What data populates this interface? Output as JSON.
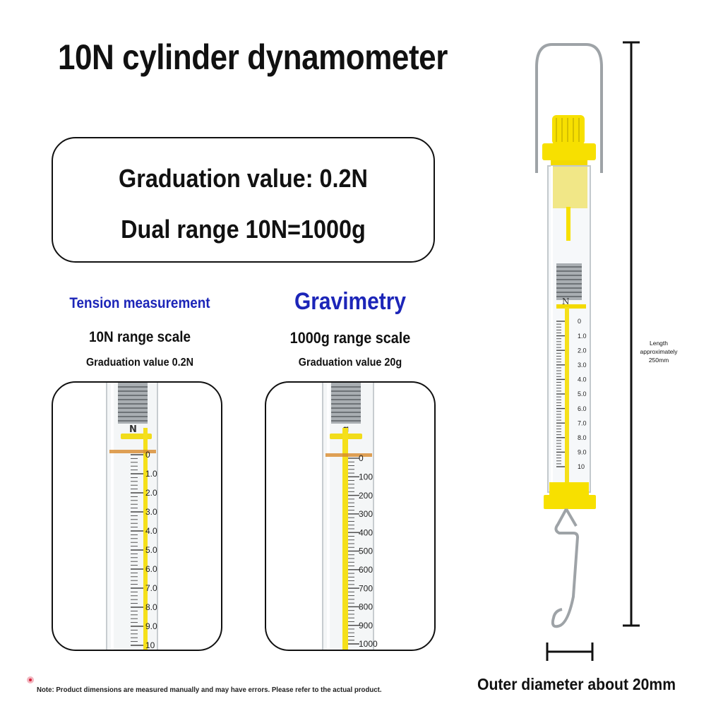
{
  "title": "10N cylinder dynamometer",
  "spec": {
    "graduation": "Graduation value: 0.2N",
    "dual_range": "Dual range 10N=1000g"
  },
  "tension": {
    "heading": "Tension measurement",
    "range": "10N range scale",
    "graduation": "Graduation value 0.2N",
    "unit_mark": "N",
    "scale": [
      "0",
      "1.0",
      "2.0",
      "3.0",
      "4.0",
      "5.0",
      "6.0",
      "7.0",
      "8.0",
      "9.0",
      "10"
    ]
  },
  "gravimetry": {
    "heading": "Gravimetry",
    "range": "1000g range scale",
    "graduation": "Graduation value 20g",
    "unit_mark": "g",
    "scale": [
      "0",
      "100",
      "200",
      "300",
      "400",
      "500",
      "600",
      "700",
      "800",
      "900",
      "1000"
    ]
  },
  "product": {
    "unit_mark": "N",
    "scale": [
      "0",
      "1.0",
      "2.0",
      "3.0",
      "4.0",
      "5.0",
      "6.0",
      "7.0",
      "8.0",
      "9.0",
      "10"
    ]
  },
  "length_label": "Length approximately 250mm",
  "outer_diameter": "Outer diameter about 20mm",
  "note": "Note: Product dimensions are measured manually and may have errors. Please refer to the actual product.",
  "colors": {
    "accent_blue": "#1c25b8",
    "tube_yellow": "#f5e01a",
    "cap_yellow": "#f7e000"
  }
}
